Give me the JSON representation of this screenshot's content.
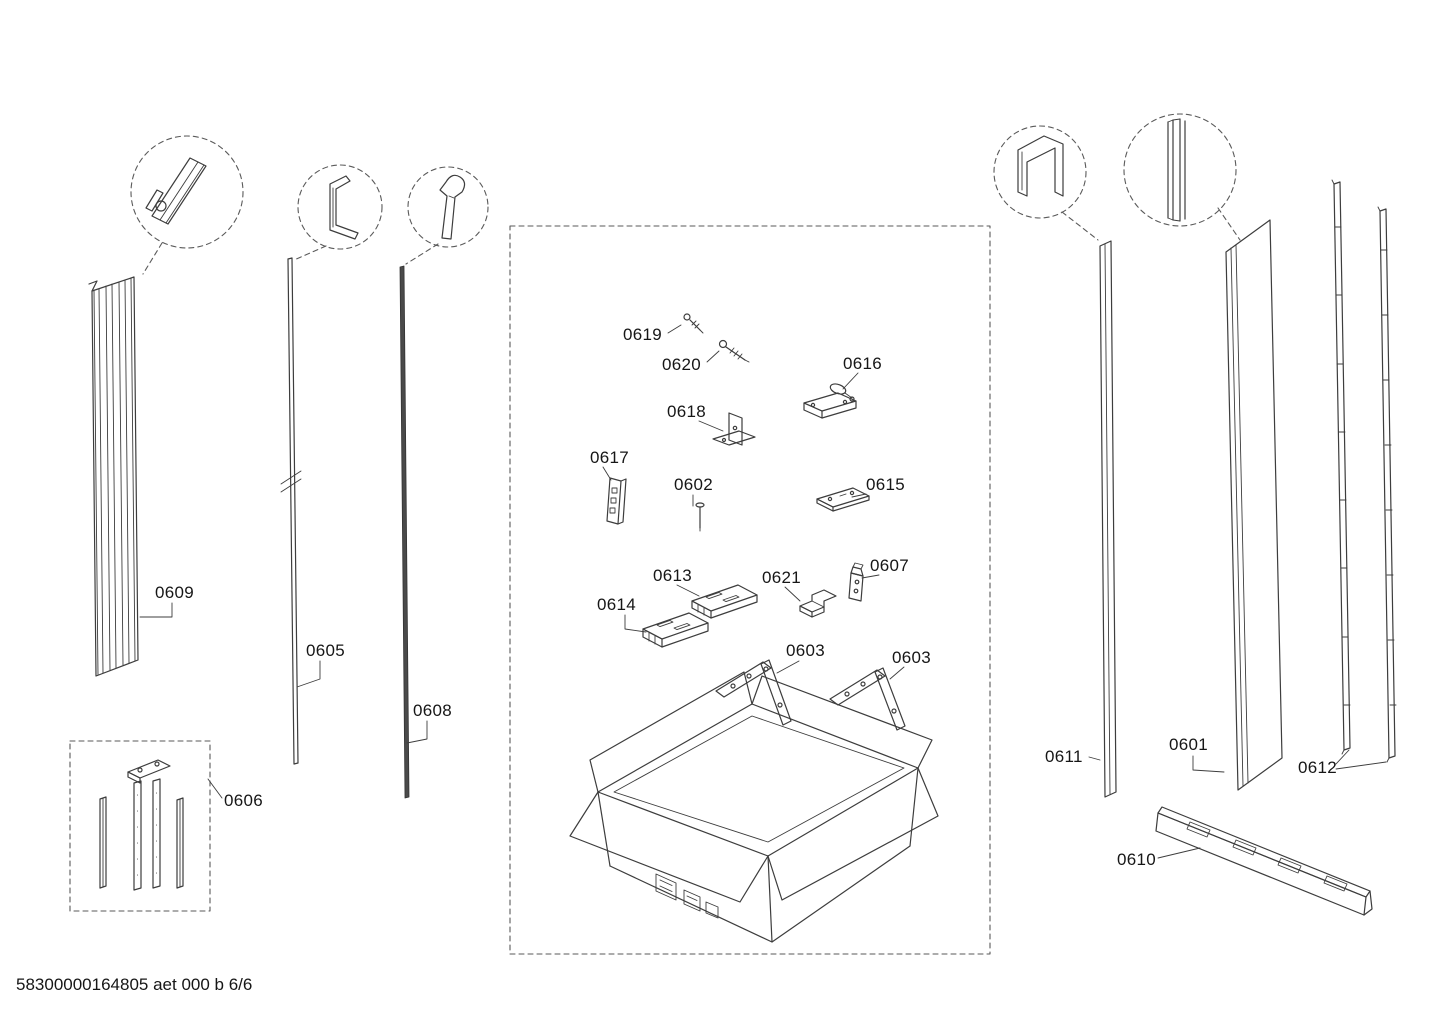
{
  "footer": "58300000164805 aet 000 b 6/6",
  "labels": [
    "0609",
    "0605",
    "0608",
    "0606",
    "0619",
    "0620",
    "0616",
    "0618",
    "0617",
    "0602",
    "0615",
    "0613",
    "0614",
    "0621",
    "0607",
    "0603",
    "0603",
    "0611",
    "0601",
    "0612",
    "0610"
  ],
  "colors": {
    "line": "#3d3d3d",
    "dash": "#5a5a5a",
    "background": "#ffffff"
  }
}
